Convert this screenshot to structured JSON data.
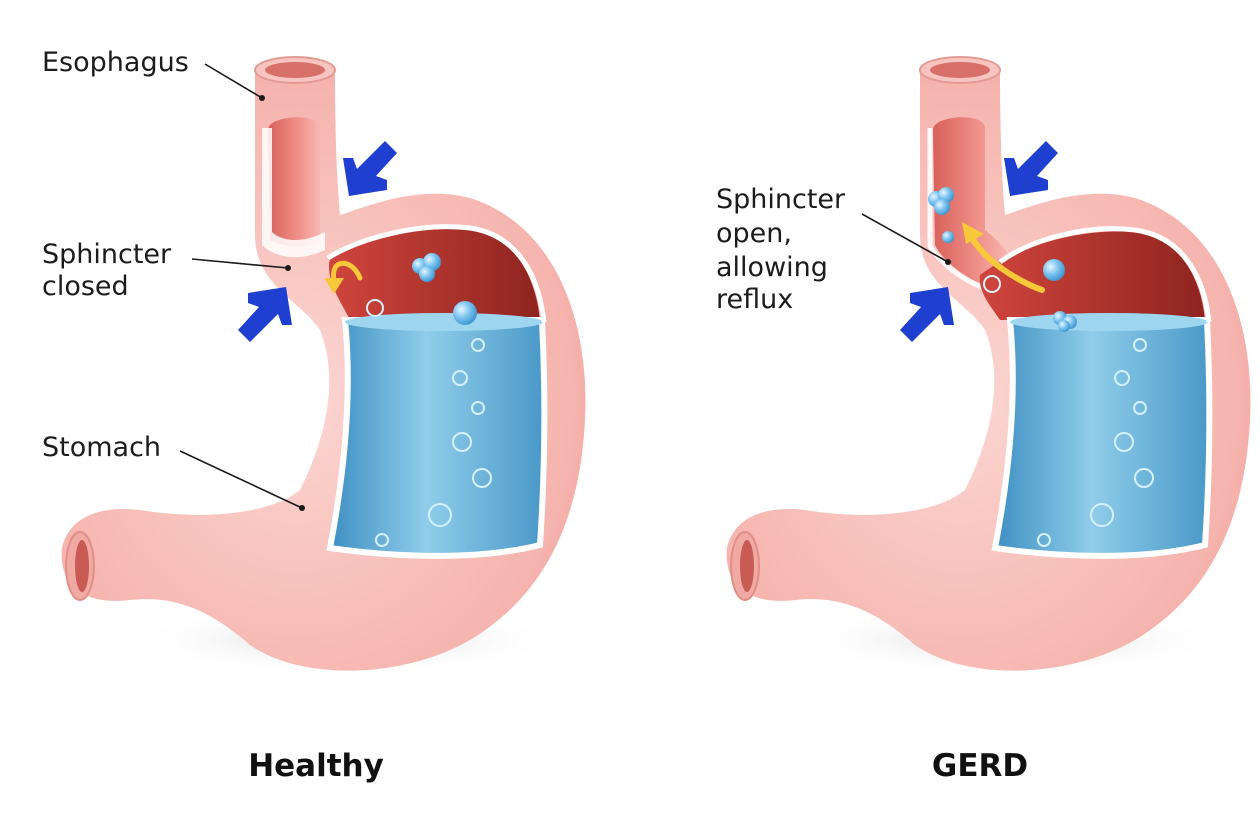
{
  "healthy": {
    "caption": "Healthy",
    "labels": {
      "esophagus": "Esophagus",
      "sphincter_line1": "Sphincter",
      "sphincter_line2": "closed",
      "stomach": "Stomach"
    }
  },
  "gerd": {
    "caption": "GERD",
    "labels": {
      "sphincter_line1": "Sphincter",
      "sphincter_line2": "open,",
      "sphincter_line3": "allowing",
      "sphincter_line4": "reflux"
    }
  },
  "colors": {
    "tissue": "#f6b4ae",
    "tissue_dark": "#ea8f88",
    "lumen": "#b13b35",
    "acid": "#63b2dc",
    "arrow": "#1f3fd0",
    "reflux_arrow": "#f7c83a"
  }
}
